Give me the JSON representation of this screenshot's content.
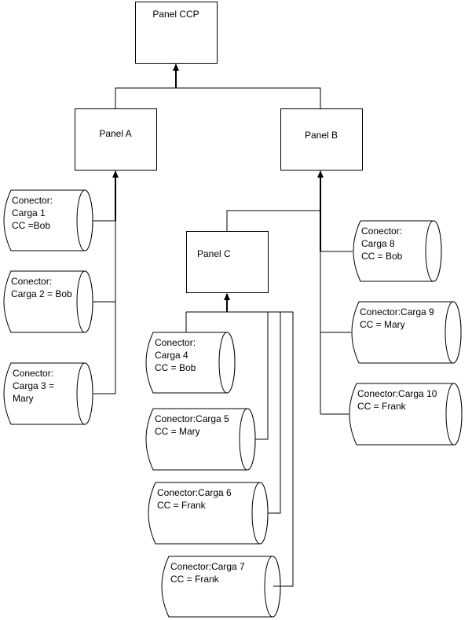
{
  "panels": [
    {
      "id": "ccp",
      "label": "Panel CCP"
    },
    {
      "id": "a",
      "label": "Panel A"
    },
    {
      "id": "b",
      "label": "Panel B"
    },
    {
      "id": "c",
      "label": "Panel C"
    }
  ],
  "connectors": [
    {
      "id": "carga1",
      "parent": "a",
      "lines": [
        "Conector:",
        "Carga 1",
        "CC =Bob"
      ]
    },
    {
      "id": "carga2",
      "parent": "a",
      "lines": [
        "Conector:",
        "Carga 2 = Bob"
      ]
    },
    {
      "id": "carga3",
      "parent": "a",
      "lines": [
        "Conector:",
        "Carga 3 =",
        "Mary"
      ]
    },
    {
      "id": "carga4",
      "parent": "c",
      "lines": [
        "Conector:",
        "Carga 4",
        "CC = Bob"
      ]
    },
    {
      "id": "carga5",
      "parent": "c",
      "lines": [
        "Conector:Carga 5",
        "CC = Mary"
      ]
    },
    {
      "id": "carga6",
      "parent": "c",
      "lines": [
        "Conector:Carga 6",
        "CC = Frank"
      ]
    },
    {
      "id": "carga7",
      "parent": "c",
      "lines": [
        "Conector:Carga 7",
        "CC = Frank"
      ]
    },
    {
      "id": "carga8",
      "parent": "b",
      "lines": [
        "Conector:",
        "Carga 8",
        "CC = Bob"
      ]
    },
    {
      "id": "carga9",
      "parent": "b",
      "lines": [
        "Conector:Carga 9",
        "CC = Mary"
      ]
    },
    {
      "id": "carga10",
      "parent": "b",
      "lines": [
        "Conector:Carga 10",
        "CC = Frank"
      ]
    }
  ],
  "edges": [
    {
      "from": "a",
      "to": "ccp"
    },
    {
      "from": "b",
      "to": "ccp"
    },
    {
      "from": "c",
      "to": "b"
    },
    {
      "from": "carga1",
      "to": "a"
    },
    {
      "from": "carga2",
      "to": "a"
    },
    {
      "from": "carga3",
      "to": "a"
    },
    {
      "from": "carga4",
      "to": "c"
    },
    {
      "from": "carga5",
      "to": "c"
    },
    {
      "from": "carga6",
      "to": "c"
    },
    {
      "from": "carga7",
      "to": "c"
    },
    {
      "from": "carga8",
      "to": "b"
    },
    {
      "from": "carga9",
      "to": "b"
    },
    {
      "from": "carga10",
      "to": "b"
    }
  ]
}
